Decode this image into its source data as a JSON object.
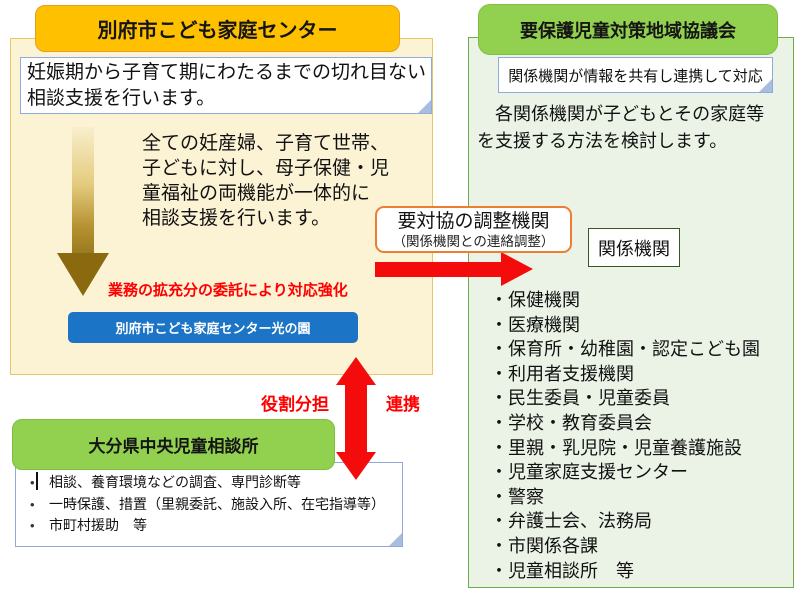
{
  "colors": {
    "gold_header": "#FFC000",
    "cream_panel": "#FCF2D4",
    "green_header": "#92D050",
    "pale_green_panel": "#EBF3E6",
    "green_panel_border": "#70AD47",
    "blue_box": "#1B74C5",
    "red_accent": "#FF0000",
    "bubble_border": "#8FAADC",
    "coordination_border": "#ED7D31",
    "gold_arrow": "#8A690F"
  },
  "beppu_center": {
    "title": "別府市こども家庭センター",
    "bubble": "妊娠期から子育て期にわたるまでの切れ目ない\n相談支援を行います。",
    "description": "全ての妊産婦、子育て世帯、\n子どもに対し、母子保健・児\n童福祉の両機能が一体的に\n相談支援を行います。",
    "red_note": "業務の拡充分の委託により対応強化",
    "delegate_box": "別府市こども家庭センター光の園"
  },
  "coordination": {
    "title": "要対協の調整機関",
    "subtitle": "（関係機関との連絡調整）"
  },
  "council": {
    "title": "要保護児童対策地域協議会",
    "bubble": "関係機関が情報を共有し連携して対応",
    "description": "　各関係機関が子どもとその家庭等\nを支援する方法を検討します。",
    "related_orgs_label": "関係機関",
    "org_list": [
      "・保健機関",
      "・医療機関",
      "・保育所・幼稚園・認定こども園",
      "・利用者支援機関",
      "・民生委員・児童委員",
      "・学校・教育委員会",
      "・里親・乳児院・児童養護施設",
      "・児童家庭支援センター",
      "・警察",
      "・弁護士会、法務局",
      "・市関係各課",
      "・児童相談所　等"
    ]
  },
  "relation_labels": {
    "role_sharing": "役割分担",
    "cooperation": "連携"
  },
  "child_consultation": {
    "title": "大分県中央児童相談所",
    "items": [
      "相談、養育環境などの調査、専門診断等",
      "一時保護、措置（里親委託、施設入所、在宅指導等）",
      "市町村援助　等"
    ]
  }
}
